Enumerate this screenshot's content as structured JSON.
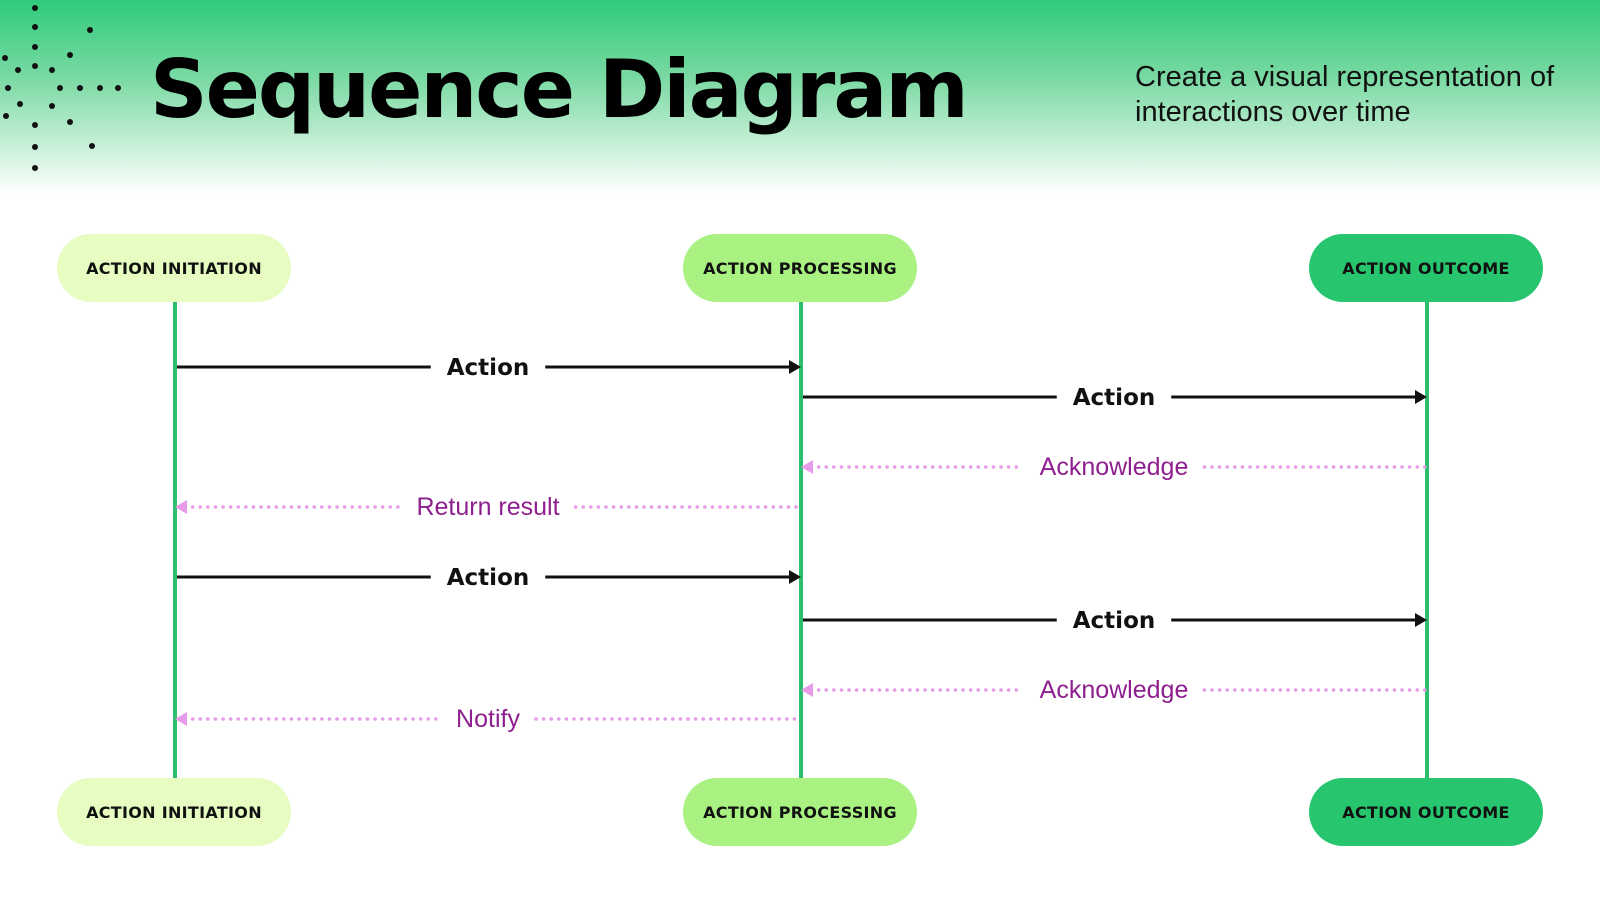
{
  "header": {
    "title": "Sequence Diagram",
    "subtitle": "Create a visual representation of interactions over time"
  },
  "participants": [
    {
      "label": "ACTION INITIATION"
    },
    {
      "label": "ACTION PROCESSING"
    },
    {
      "label": "ACTION OUTCOME"
    }
  ],
  "messages": [
    {
      "from": 0,
      "to": 1,
      "label": "Action",
      "style": "solid"
    },
    {
      "from": 1,
      "to": 2,
      "label": "Action",
      "style": "solid"
    },
    {
      "from": 2,
      "to": 1,
      "label": "Acknowledge",
      "style": "dotted"
    },
    {
      "from": 1,
      "to": 0,
      "label": "Return result",
      "style": "dotted"
    },
    {
      "from": 0,
      "to": 1,
      "label": "Action",
      "style": "solid"
    },
    {
      "from": 1,
      "to": 2,
      "label": "Action",
      "style": "solid"
    },
    {
      "from": 2,
      "to": 1,
      "label": "Acknowledge",
      "style": "dotted"
    },
    {
      "from": 1,
      "to": 0,
      "label": "Notify",
      "style": "dotted"
    }
  ],
  "colors": {
    "header_green": "#2fcb7c",
    "lifeline": "#2dbd6e",
    "initiation": "#e6fcc0",
    "processing": "#a9f282",
    "outcome": "#27c56e",
    "solid_arrow": "#111111",
    "dotted_arrow": "#e79be9",
    "dotted_text": "#8e1f8e"
  }
}
